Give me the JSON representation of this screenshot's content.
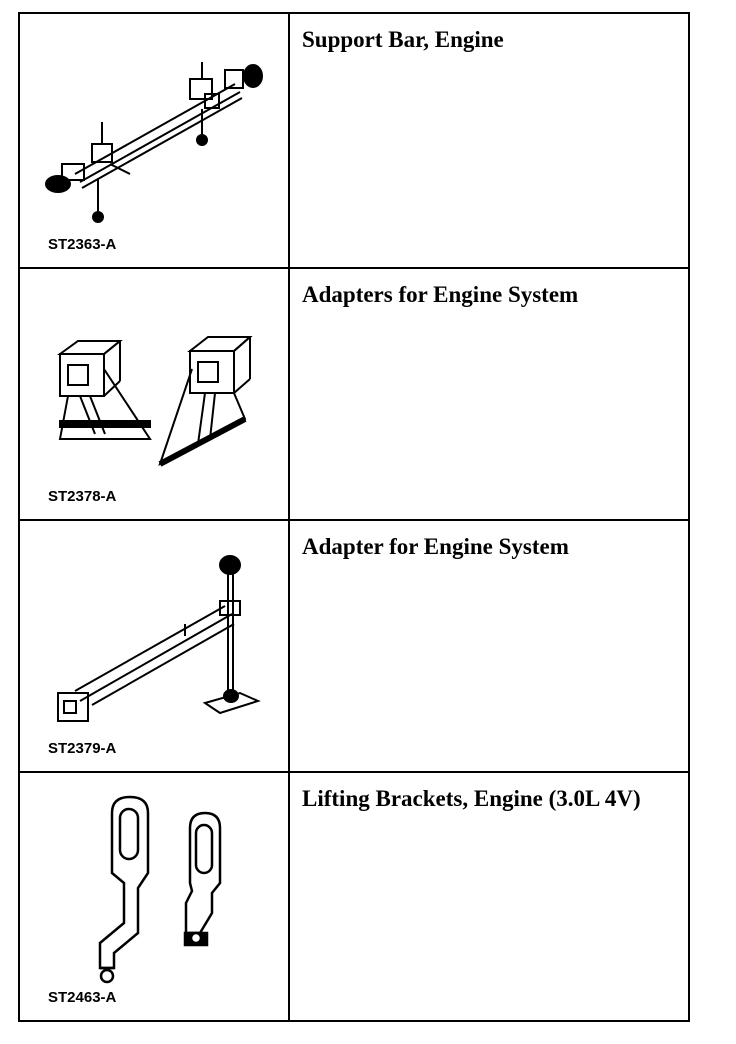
{
  "tools": [
    {
      "code": "ST2363-A",
      "description": "Support Bar, Engine",
      "icon": "engine-support-bar"
    },
    {
      "code": "ST2378-A",
      "description": "Adapters for Engine System",
      "icon": "engine-adapters-pair"
    },
    {
      "code": "ST2379-A",
      "description": "Adapter for Engine System",
      "icon": "engine-adapter-arm"
    },
    {
      "code": "ST2463-A",
      "description": "Lifting Brackets, Engine (3.0L 4V)",
      "icon": "engine-lifting-brackets"
    }
  ]
}
